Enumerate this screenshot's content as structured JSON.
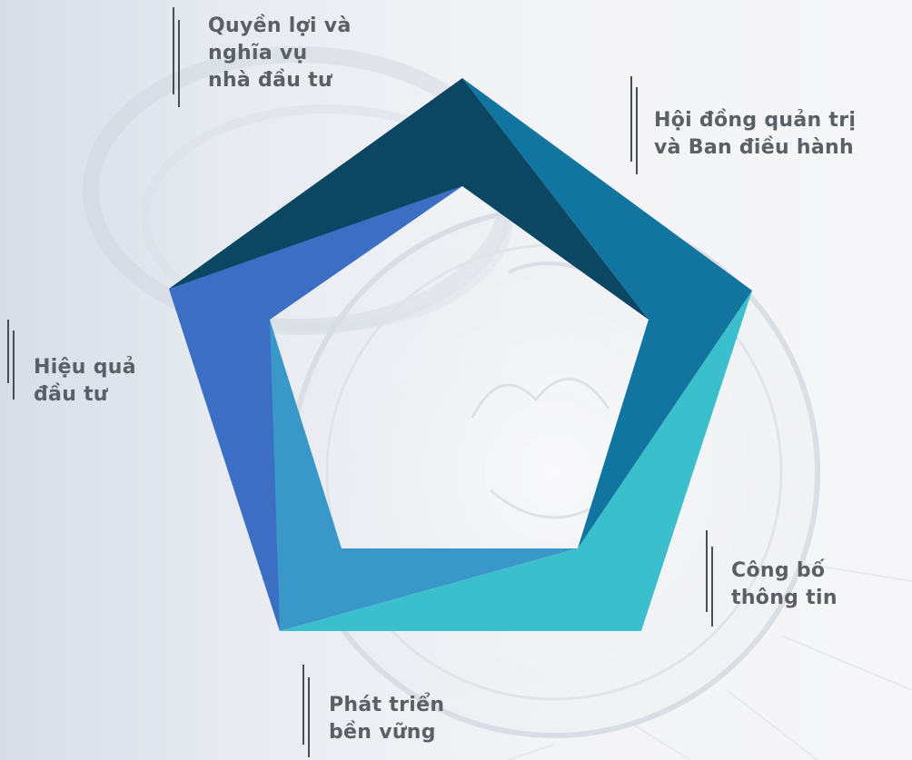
{
  "diagram": {
    "labels": {
      "investor_rights": {
        "line1": "Quyền lợi và",
        "line2": "nghĩa vụ",
        "line3": "nhà đầu tư"
      },
      "board": {
        "line1": "Hội đồng quản trị",
        "line2": "và Ban điều hành"
      },
      "efficiency": {
        "line1": "Hiệu quả",
        "line2": "đầu tư"
      },
      "disclosure": {
        "line1": "Công bố",
        "line2": "thông tin"
      },
      "sustainable": {
        "line1": "Phát triển",
        "line2": "bền vững"
      }
    },
    "colors": {
      "segment_top": "#0b4762",
      "segment_right": "#11759f",
      "segment_bottom_right": "#3bbfcd",
      "segment_bottom": "#3a98c8",
      "segment_left": "#3c6fc3",
      "label_text": "#5b5f66"
    }
  }
}
